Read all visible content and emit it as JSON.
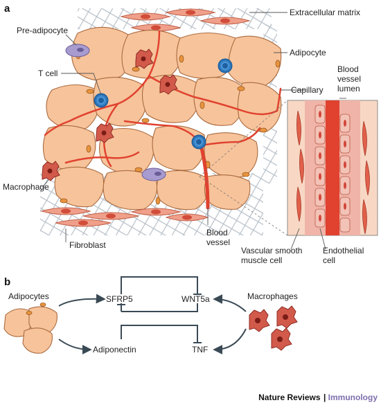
{
  "panel_a": {
    "letter": "a",
    "labels": {
      "extracellular_matrix": "Extracellular matrix",
      "pre_adipocyte": "Pre-adipocyte",
      "adipocyte": "Adipocyte",
      "t_cell": "T cell",
      "capillary": "Capillary",
      "blood_vessel_lumen_1": "Blood",
      "blood_vessel_lumen_2": "vessel",
      "blood_vessel_lumen_3": "lumen",
      "macrophage": "Macrophage",
      "fibroblast": "Fibroblast",
      "blood_vessel_1": "Blood",
      "blood_vessel_2": "vessel",
      "vascular_smooth_1": "Vascular smooth",
      "vascular_smooth_2": "muscle cell",
      "endothelial_1": "Endothelial",
      "endothelial_2": "cell"
    }
  },
  "panel_b": {
    "letter": "b",
    "adipocytes": "Adipocytes",
    "macrophages": "Macrophages",
    "sfrp5": "SFRP5",
    "wnt5a": "WNT5a",
    "adiponectin": "Adiponectin",
    "tnf": "TNF"
  },
  "footer": {
    "journal": "Nature Reviews",
    "separator": " | ",
    "section": "Immunology"
  },
  "colors": {
    "adipocyte_fill": "#f7c39a",
    "vessel_red": "#e0422f",
    "t_cell_blue": "#3d8fd6",
    "macrophage_red": "#c8473d",
    "pre_adipocyte_purple": "#a89bd0",
    "matrix_grey": "#b7c0c8",
    "section_purple": "#7f6fae"
  }
}
